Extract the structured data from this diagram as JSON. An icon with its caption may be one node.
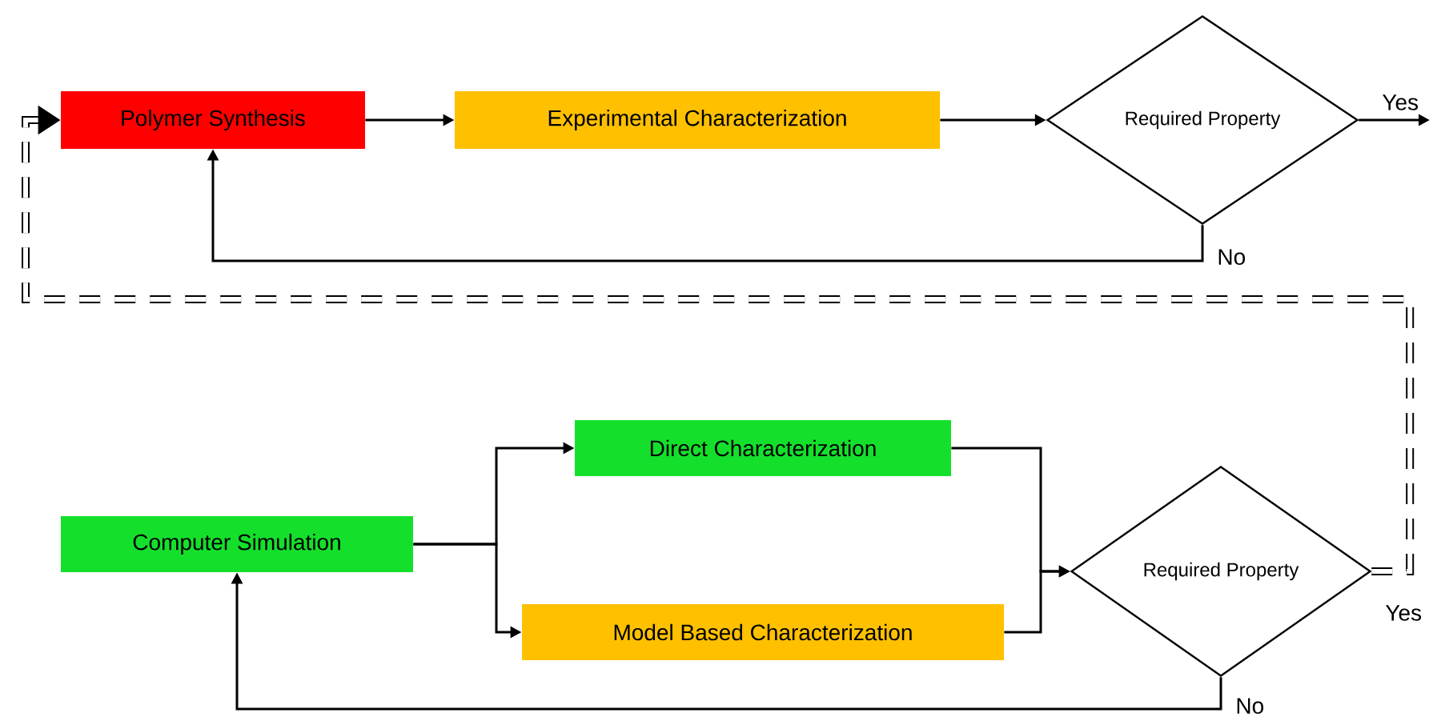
{
  "diagram": {
    "nodes": [
      {
        "text": [
          "Polymer Synthesis"
        ]
      },
      {
        "text": [
          "Experimental Characterization"
        ]
      },
      {
        "text": [
          "Required Property"
        ]
      },
      {
        "text": [
          "Computer Simulation"
        ]
      },
      {
        "text": [
          "Direct Characterization"
        ]
      },
      {
        "text": [
          "Model Based Characterization"
        ]
      },
      {
        "text": [
          "Required Property"
        ]
      }
    ],
    "edges": [
      {
        "from": 0,
        "to": 1,
        "arrow": "to"
      },
      {
        "from": 1,
        "to": 2,
        "arrow": "to"
      },
      {
        "from": 2,
        "to": 0,
        "arrow": "to",
        "label": "No"
      },
      {
        "from": 2,
        "to": null,
        "arrow": "to",
        "label": "Yes"
      },
      {
        "from": 3,
        "to": 4,
        "arrow": "to"
      },
      {
        "from": 3,
        "to": 5,
        "arrow": "to"
      },
      {
        "from": 4,
        "to": 6,
        "arrow": "to"
      },
      {
        "from": 5,
        "to": 6,
        "arrow": "to"
      },
      {
        "from": 6,
        "to": 3,
        "arrow": "to",
        "label": "No"
      },
      {
        "from": 6,
        "to": 0,
        "arrow": "to",
        "label": "Yes",
        "style": "dashed"
      }
    ]
  }
}
